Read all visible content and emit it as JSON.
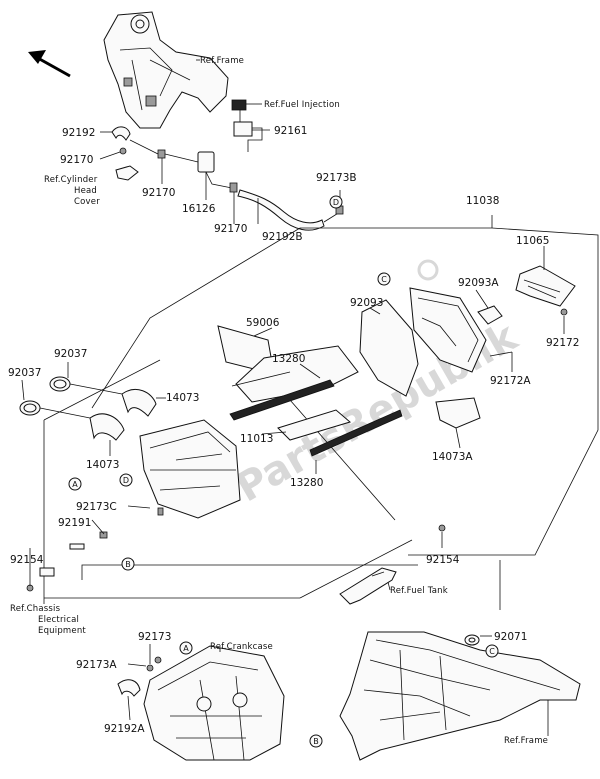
{
  "refs": {
    "frame_top": "Ref.Frame",
    "fuel_injection": "Ref.Fuel Injection",
    "cyl_head_1": "Ref.Cylinder",
    "cyl_head_2": "Head",
    "cyl_head_3": "Cover",
    "chassis_1": "Ref.Chassis",
    "chassis_2": "Electrical",
    "chassis_3": "Equipment",
    "fuel_tank": "Ref.Fuel Tank",
    "crankcase": "Ref.Crankcase",
    "frame_bottom": "Ref.Frame"
  },
  "parts": {
    "p92192": "92192",
    "p92161": "92161",
    "p92170_a": "92170",
    "p92170_b": "92170",
    "p92170_c": "92170",
    "p16126": "16126",
    "p92173B": "92173B",
    "p92192B": "92192B",
    "p11038": "11038",
    "p11065": "11065",
    "p92093A": "92093A",
    "p92093": "92093",
    "p59006": "59006",
    "p92172": "92172",
    "p13280_a": "13280",
    "p92172A": "92172A",
    "p92037_a": "92037",
    "p92037_b": "92037",
    "p14073_a": "14073",
    "p14073_b": "14073",
    "p11013": "11013",
    "p14073A": "14073A",
    "p13280_b": "13280",
    "p92173C": "92173C",
    "p92191": "92191",
    "p92154_a": "92154",
    "p92154_b": "92154",
    "p92173": "92173",
    "p92173A": "92173A",
    "p92192A": "92192A",
    "p92071": "92071"
  },
  "callouts": {
    "a1": "A",
    "a2": "A",
    "b1": "B",
    "b2": "B",
    "c1": "C",
    "c2": "C",
    "d1": "D",
    "d2": "D"
  },
  "watermark": "PartsRepublik"
}
